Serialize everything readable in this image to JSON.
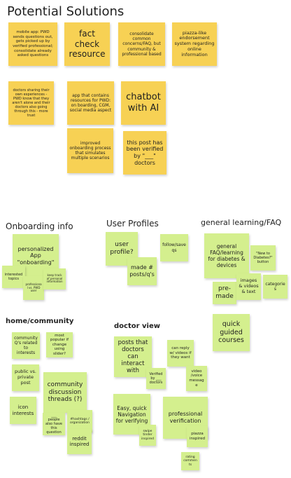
{
  "colors": {
    "yellow_note": "#f7d154",
    "green_note": "#d4ef8e",
    "background": "#ffffff"
  },
  "sections": {
    "potential_solutions": "Potential Solutions",
    "onboarding": "Onboarding info",
    "user_profiles": "User Profiles",
    "general_learning": "general learning/FAQ",
    "home_community": "home/community",
    "doctor_view": "doctor view"
  },
  "notes": {
    "mobile_app": "mobile app: PWD sends questions out, gets picked up by verified professional; consolidate already asked questions",
    "fact_check": "fact check resource",
    "consolidate": "consolidate common concerns/FAQ, but community & professional based",
    "piazza_endorsement": "piazza-like endorsement system regarding online information",
    "doctors_sharing": "doctors sharing their own experiences - PWD know that they aren't alone and their doctors also going through this - more trust",
    "app_resources": "app that contains resources for PWD: on boarding, CGM, social media aspect",
    "chatbot": "chatbot with AI",
    "improved_onboarding": "improved onboarding process that simulates multiple scenarios",
    "verified_post": "this post has been verified by \"___\" doctors",
    "personalized_onboarding": "personalized App \"onboarding\"",
    "interested_topics": "interested topics",
    "professional_vs_pwd": "professional vs. PWD user",
    "keep_track": "keep track of personal information",
    "user_profile": "user profile?",
    "follow_save": "follow/save qs",
    "made_posts": "made # posts/q's",
    "general_faq": "general FAQ/learning for diabetes & devices",
    "new_to_diabetes": "\"New to Diabetes?\" button",
    "pre_made": "pre-made",
    "images_videos": "images & videos & text",
    "categories": "categories",
    "quick_guided": "quick guided courses",
    "community_qs": "community Q's related to interests",
    "most_popular": "most popular if change using slider?",
    "public_private": "public vs. private post",
    "community_threads": "community discussion threads (?)",
    "icon_interests": "icon interests",
    "people_also": "___ people also have this question",
    "hashtags": "#hashtags / organization",
    "reddit": "reddit inspired",
    "posts_doctors": "posts that doctors can interact with",
    "reply_videos": "can reply w/ videos if they want",
    "verified_by": "Verified by ___ doctors",
    "video_voice": "video /voice message",
    "easy_navigation": "Easy, quick Navigation for verifying",
    "swipe_tinder": "swipe tinder inspired",
    "prof_verification": "professional verification",
    "piazza_inspired": "piazza inspired",
    "rating_comments": "rating comments"
  }
}
